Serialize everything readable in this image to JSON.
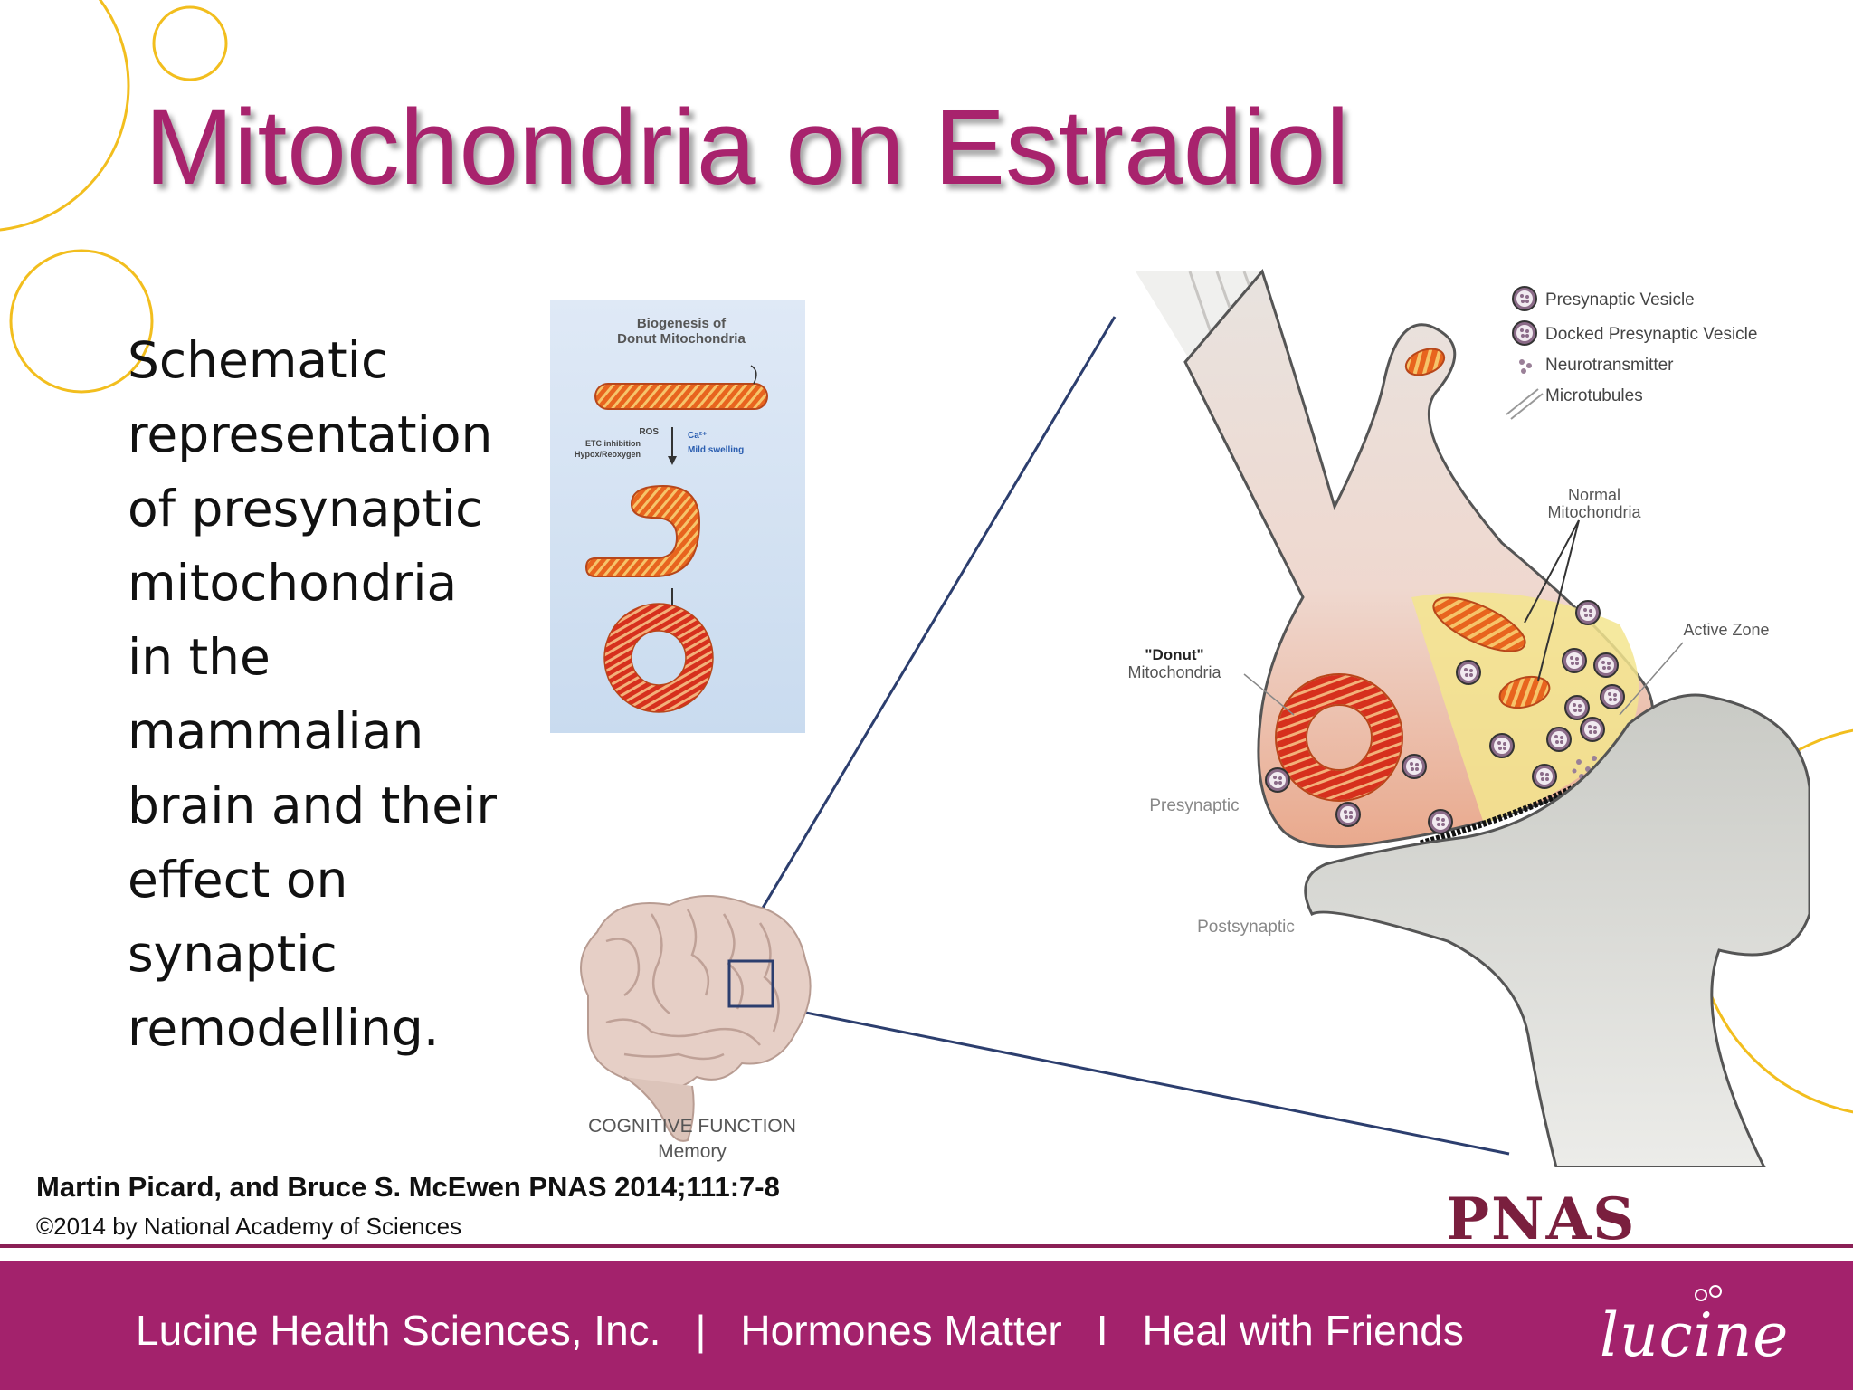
{
  "slide": {
    "title": "Mitochondria on Estradiol",
    "body_lines": [
      "Schematic",
      "representation",
      "of presynaptic",
      "mitochondria",
      "in the",
      "mammalian",
      "brain and their",
      "effect on",
      "synaptic",
      "remodelling."
    ],
    "citation": "Martin Picard, and Bruce S. McEwen PNAS 2014;111:7-8",
    "copyright": "©2014 by National Academy of Sciences",
    "journal_logo": "PNAS"
  },
  "figure": {
    "inset": {
      "title_line1": "Biogenesis of",
      "title_line2": "Donut Mitochondria",
      "left_line1": "ROS",
      "left_line2": "ETC inhibition",
      "left_line3": "Hypox/Reoxygen",
      "right_line1": "Ca²⁺",
      "right_line2": "Mild swelling"
    },
    "legend": {
      "presynaptic_vesicle": "Presynaptic Vesicle",
      "docked_vesicle": "Docked Presynaptic Vesicle",
      "neurotransmitter": "Neurotransmitter",
      "microtubules": "Microtubules"
    },
    "labels": {
      "normal_line1": "Normal",
      "normal_line2": "Mitochondria",
      "active_zone": "Active Zone",
      "donut_line1": "\"Donut\"",
      "donut_line2": "Mitochondria",
      "presynaptic": "Presynaptic",
      "postsynaptic": "Postsynaptic",
      "cognitive_function": "COGNITIVE FUNCTION",
      "memory": "Memory"
    }
  },
  "footer": {
    "company": "Lucine Health Sciences, Inc.",
    "sep1": "|",
    "tagline1": "Hormones Matter",
    "sep2": "I",
    "tagline2": "Heal with Friends",
    "logo_text": "lucine"
  },
  "colors": {
    "title": "#a8236d",
    "footer_bg": "#a3226c",
    "decor_circles": "#f2be1e",
    "mito_orange": "#e8641e",
    "mito_red": "#d6301d"
  }
}
